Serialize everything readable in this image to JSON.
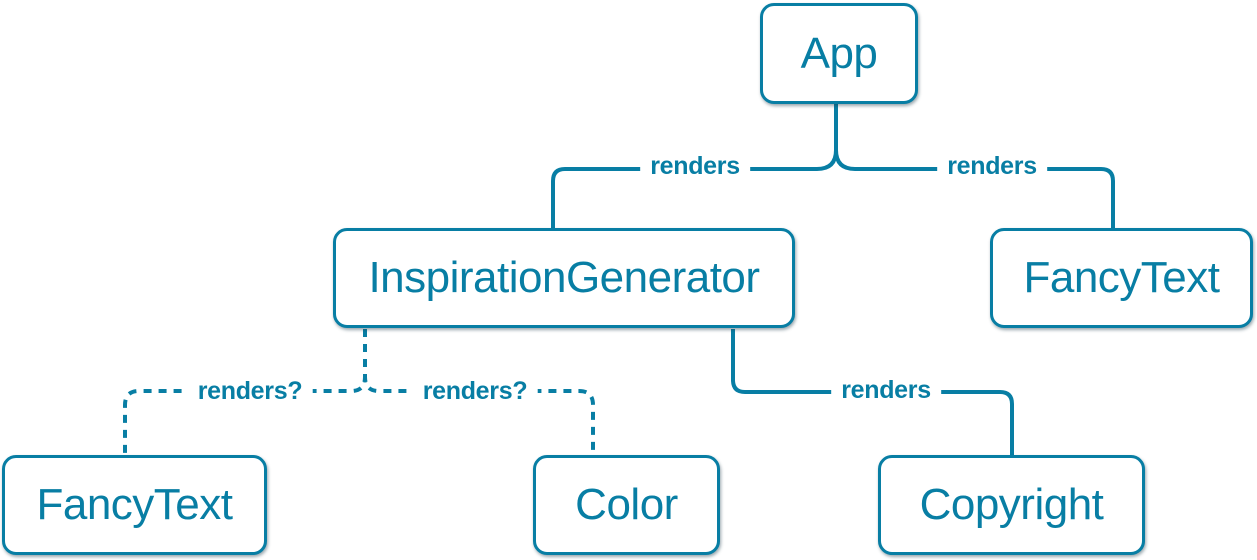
{
  "diagram": {
    "kind": "component-render-tree",
    "accent_color": "#087EA4",
    "box_fill_color": "#FFFFFF",
    "nodes": [
      {
        "id": "app",
        "label": "App"
      },
      {
        "id": "inspiration-generator",
        "label": "InspirationGenerator"
      },
      {
        "id": "fancy-text-top",
        "label": "FancyText"
      },
      {
        "id": "fancy-text-bottom",
        "label": "FancyText"
      },
      {
        "id": "color",
        "label": "Color"
      },
      {
        "id": "copyright",
        "label": "Copyright"
      }
    ],
    "edges": [
      {
        "from": "app",
        "to": "inspiration-generator",
        "label": "renders",
        "style": "solid"
      },
      {
        "from": "app",
        "to": "fancy-text-top",
        "label": "renders",
        "style": "solid"
      },
      {
        "from": "inspiration-generator",
        "to": "fancy-text-bottom",
        "label": "renders?",
        "style": "dashed"
      },
      {
        "from": "inspiration-generator",
        "to": "color",
        "label": "renders?",
        "style": "dashed"
      },
      {
        "from": "inspiration-generator",
        "to": "copyright",
        "label": "renders",
        "style": "solid"
      }
    ]
  }
}
